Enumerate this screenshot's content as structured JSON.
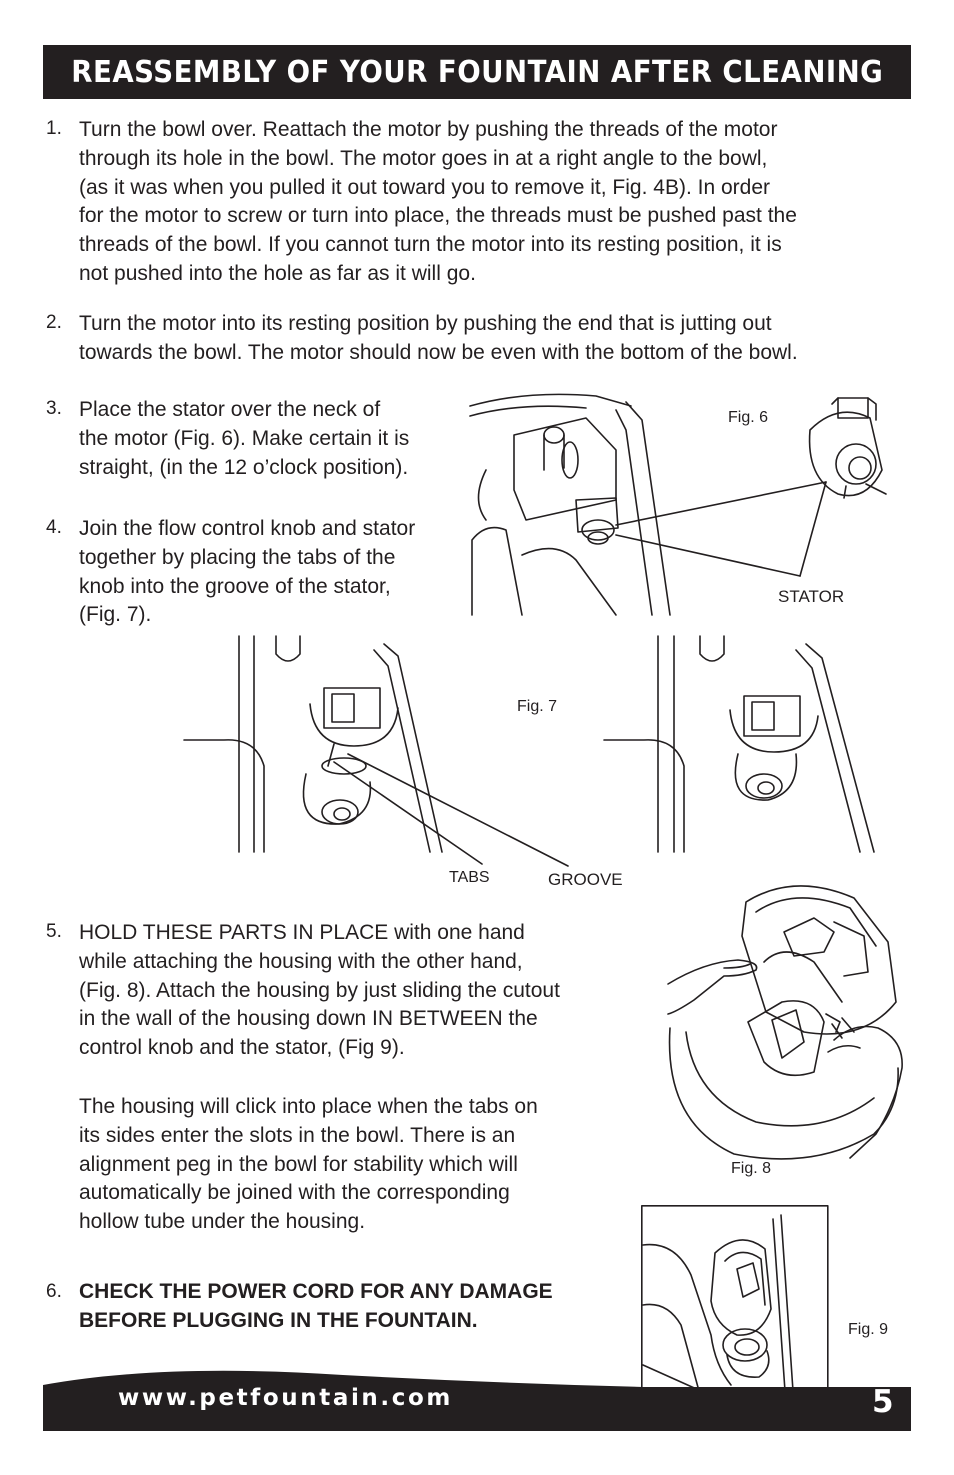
{
  "header": {
    "title": "REASSEMBLY OF YOUR FOUNTAIN AFTER CLEANING"
  },
  "steps": [
    {
      "number": "1.",
      "lines": [
        "Turn the bowl over. Reattach the motor by pushing the threads of the motor",
        "through its hole in the bowl. The motor goes in at a right angle to the bowl,",
        "(as it was when you pulled it out toward you to remove it, Fig. 4B). In order",
        "for the motor to screw or turn into place, the threads must be pushed past the",
        "threads of the bowl. If you cannot turn the motor into its resting position, it is",
        "not pushed into the hole as far as it will go."
      ]
    },
    {
      "number": "2.",
      "lines": [
        "Turn the motor into its resting position by pushing the end that is jutting out",
        "towards the bowl. The motor  should now be even with the bottom of the bowl."
      ]
    },
    {
      "number": "3.",
      "lines": [
        "Place the stator over the neck of",
        "the motor (Fig. 6).  Make certain it is",
        "straight, (in the 12 o’clock position)."
      ]
    },
    {
      "number": "4.",
      "lines": [
        "Join the flow control knob and stator",
        "together by placing the tabs of the",
        "knob into the groove of the stator,",
        "(Fig. 7)."
      ]
    },
    {
      "number": "5.",
      "lines": [
        "HOLD THESE PARTS IN PLACE with one hand",
        "while attaching the housing with the other hand,",
        "(Fig. 8).  Attach the housing by just sliding the cutout",
        "in the wall of the housing down IN BETWEEN the",
        "control knob and the stator, (Fig 9)."
      ],
      "extra_lines": [
        "The housing will click into place when the tabs on",
        "its sides enter the slots in the bowl. There is an",
        "alignment peg in the bowl for stability which will",
        "automatically be joined with the corresponding",
        "hollow tube under the housing."
      ]
    },
    {
      "number": "6.",
      "lines": [
        "CHECK THE POWER CORD FOR ANY DAMAGE",
        "BEFORE PLUGGING IN THE FOUNTAIN."
      ]
    }
  ],
  "figures": {
    "fig6": {
      "label": "Fig. 6",
      "callout": "STATOR"
    },
    "fig7": {
      "label": "Fig. 7",
      "callout_tabs": "TABS",
      "callout_groove": "GROOVE"
    },
    "fig8": {
      "label": "Fig. 8"
    },
    "fig9": {
      "label": "Fig. 9"
    }
  },
  "footer": {
    "url": "www.petfountain.com",
    "page_number": "5"
  }
}
